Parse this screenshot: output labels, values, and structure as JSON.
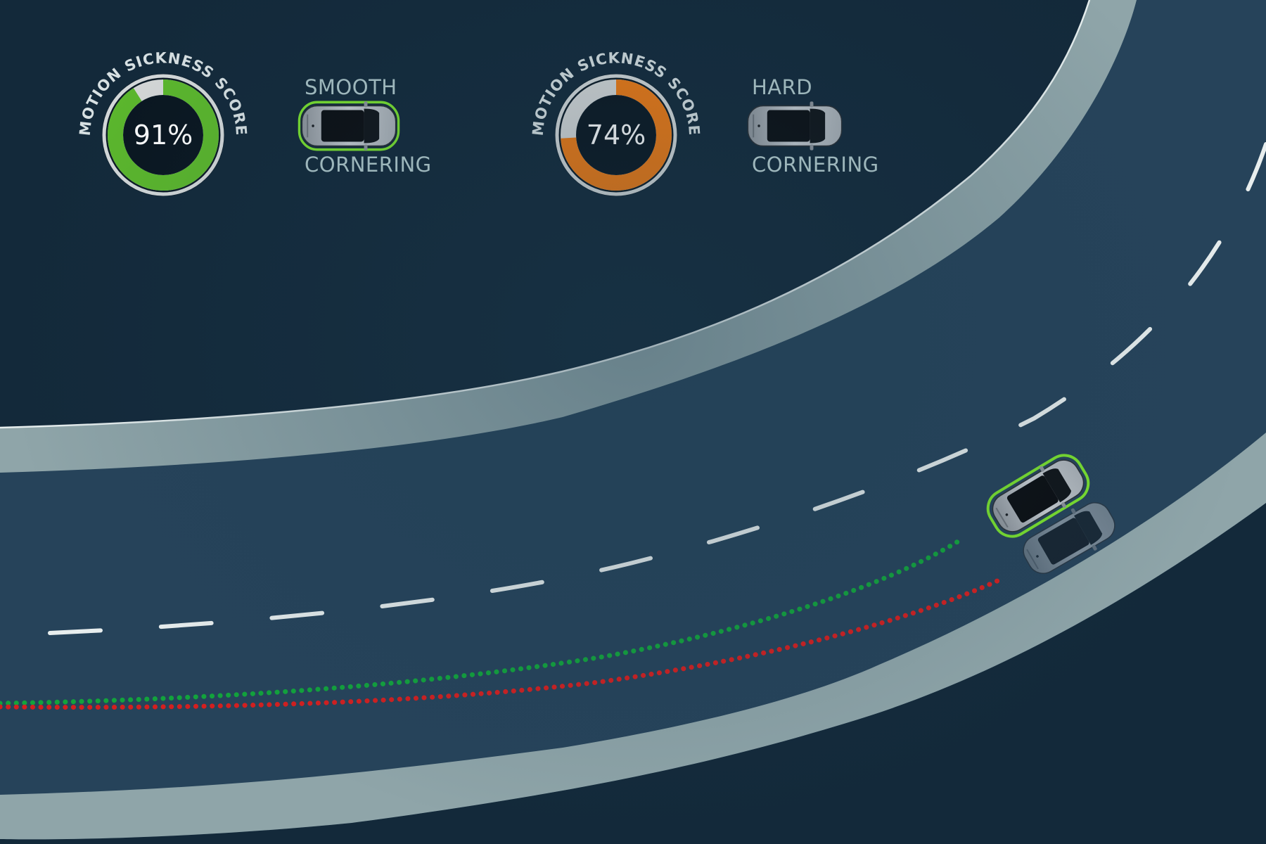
{
  "colors": {
    "background": "#13293a",
    "road_surface": "#26435a",
    "road_edge": "#8fa5a9",
    "center_dash": "#e8eeee",
    "smooth_accent": "#5cb82c",
    "hard_accent": "#f07a12",
    "gauge_remainder": "#d6d8d8",
    "smooth_trail": "#12a33c",
    "hard_trail": "#d41f1f",
    "car_outline": "#7be22e",
    "label_text": "#9db6bb"
  },
  "panels": [
    {
      "gauge_title": "MOTION SICKNESS SCORE",
      "score_value": 91,
      "score_label": "91%",
      "mode_top": "SMOOTH",
      "mode_bottom": "CORNERING",
      "car_icon": "car-top-view-highlighted-icon"
    },
    {
      "gauge_title": "MOTION SICKNESS SCORE",
      "score_value": 74,
      "score_label": "74%",
      "mode_top": "HARD",
      "mode_bottom": "CORNERING",
      "car_icon": "car-top-view-icon"
    }
  ],
  "road": {
    "trails": [
      {
        "name": "smooth-cornering-trail",
        "color": "#12a33c"
      },
      {
        "name": "hard-cornering-trail",
        "color": "#d41f1f"
      }
    ],
    "cars": [
      {
        "name": "smooth-car",
        "highlighted": true
      },
      {
        "name": "hard-car-ghost",
        "highlighted": false
      }
    ]
  }
}
